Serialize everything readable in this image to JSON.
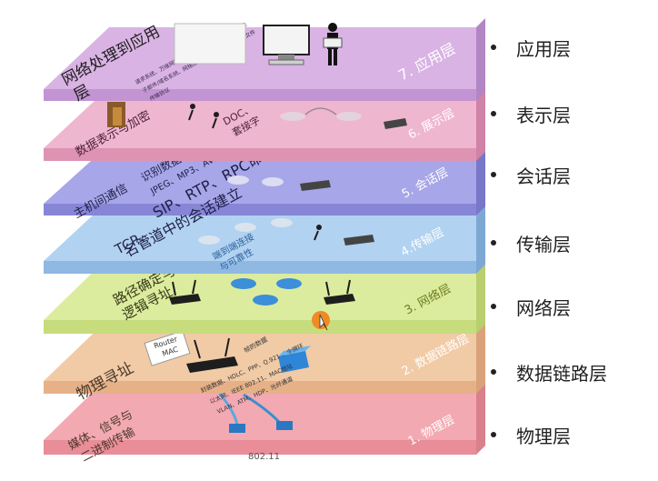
{
  "colors": {
    "application": "#d9b3e4",
    "presentation": "#efb6cf",
    "session": "#a7a6e8",
    "transport": "#b1d2f0",
    "network": "#dcec9e",
    "datalink": "#f1cba6",
    "physical": "#f3a9b2"
  },
  "layers": [
    {
      "id": "application",
      "number_label": "7. 应用层",
      "notes": [
        {
          "text": "网络处理到应用"
        },
        {
          "text": "层"
        },
        {
          "text": "请求系统、万维网服务文件传输系统、远程登录、电"
        },
        {
          "text": "子邮件/域名系统、网络操作管理系统、Telnet、文件"
        },
        {
          "text": "传输协议"
        }
      ],
      "icons": [
        "computer-icon",
        "person-icon"
      ]
    },
    {
      "id": "presentation",
      "number_label": "6. 展示层",
      "notes": [
        {
          "text": "数据表示与加密"
        },
        {
          "text": "DOC、"
        },
        {
          "text": "套接字"
        }
      ],
      "icons": [
        "door-icon",
        "router-icon",
        "running-person-icon"
      ]
    },
    {
      "id": "session",
      "number_label": "5. 会话层",
      "notes": [
        {
          "text": "主机间通信"
        },
        {
          "text": "识别数据：HTML、"
        },
        {
          "text": "JPEG、MP3、AVI、"
        },
        {
          "text": "SIP、RTP、RPC命"
        },
        {
          "text": "名管道中的会话建立"
        }
      ],
      "icons": [
        "router-icon"
      ]
    },
    {
      "id": "transport",
      "number_label": "4.传输层",
      "notes": [
        {
          "text": "TCP、"
        },
        {
          "text": "端到端连接"
        },
        {
          "text": "与可靠性"
        }
      ],
      "icons": [
        "router-icon",
        "running-person-icon"
      ]
    },
    {
      "id": "network",
      "number_label": "3. 网络层",
      "notes": [
        {
          "text": "路径确定与"
        },
        {
          "text": "逻辑寻址"
        }
      ],
      "icons": [
        "wifi-router-icon",
        "router-icon",
        "cursor-icon"
      ]
    },
    {
      "id": "datalink",
      "number_label": "2. 数据链路层",
      "notes": [
        {
          "text": "物理寻址"
        },
        {
          "text": "Router"
        },
        {
          "text": "MAC"
        },
        {
          "text": "帧的数据"
        },
        {
          "text": "封装数据、HDLC、PPP、Q.921 、令牌环"
        },
        {
          "text": "以太网、IEEE 802.11、MAC地址"
        },
        {
          "text": "VLAN、ATM、HDP、光纤通道"
        }
      ],
      "icons": [
        "wifi-router-icon",
        "switch-icon"
      ]
    },
    {
      "id": "physical",
      "number_label": "1. 物理层",
      "notes": [
        {
          "text": "媒体、信号与"
        },
        {
          "text": "二进制传输"
        },
        {
          "text": "802.11"
        }
      ],
      "icons": [
        "ethernet-cable-icon"
      ]
    }
  ],
  "legend": [
    {
      "label": "应用层"
    },
    {
      "label": "表示层"
    },
    {
      "label": "会话层"
    },
    {
      "label": "传输层"
    },
    {
      "label": "网络层"
    },
    {
      "label": "数据链路层"
    },
    {
      "label": "物理层"
    }
  ]
}
